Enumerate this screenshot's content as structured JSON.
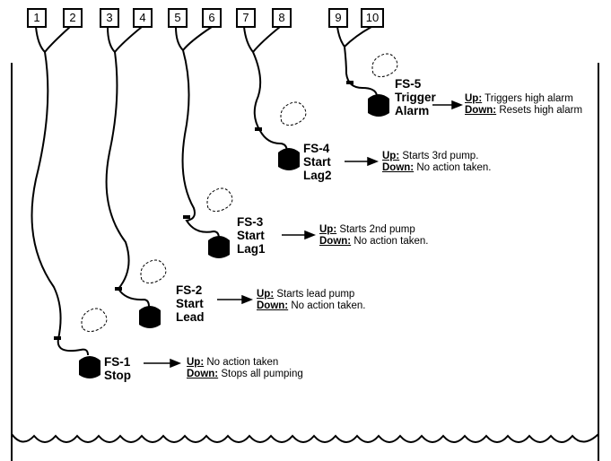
{
  "terminals": [
    "1",
    "2",
    "3",
    "4",
    "5",
    "6",
    "7",
    "8",
    "9",
    "10"
  ],
  "switches": [
    {
      "id": "FS-1",
      "role": [
        "Stop"
      ],
      "up_key": "Up:",
      "up": "No action taken",
      "down_key": "Down:",
      "down": "Stops all pumping"
    },
    {
      "id": "FS-2",
      "role": [
        "Start",
        "Lead"
      ],
      "up_key": "Up:",
      "up": "Starts lead pump",
      "down_key": "Down:",
      "down": "No action taken."
    },
    {
      "id": "FS-3",
      "role": [
        "Start",
        "Lag1"
      ],
      "up_key": "Up:",
      "up": "Starts 2nd pump",
      "down_key": "Down:",
      "down": "No action taken."
    },
    {
      "id": "FS-4",
      "role": [
        "Start",
        "Lag2"
      ],
      "up_key": "Up:",
      "up": "Starts 3rd pump.",
      "down_key": "Down:",
      "down": "No action taken."
    },
    {
      "id": "FS-5",
      "role": [
        "Trigger",
        "Alarm"
      ],
      "up_key": "Up:",
      "up": "Triggers high alarm",
      "down_key": "Down:",
      "down": "Resets high alarm"
    }
  ]
}
